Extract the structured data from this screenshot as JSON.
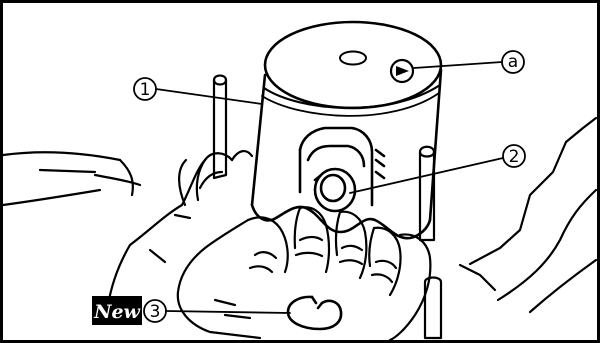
{
  "callouts": {
    "piston": "1",
    "piston_pin": "2",
    "piston_pin_clip": "3",
    "arrow_mark": "a"
  },
  "badge": {
    "new_label": "New"
  },
  "colors": {
    "line": "#000000",
    "background": "#ffffff",
    "badge_bg": "#000000",
    "badge_text": "#ffffff"
  }
}
